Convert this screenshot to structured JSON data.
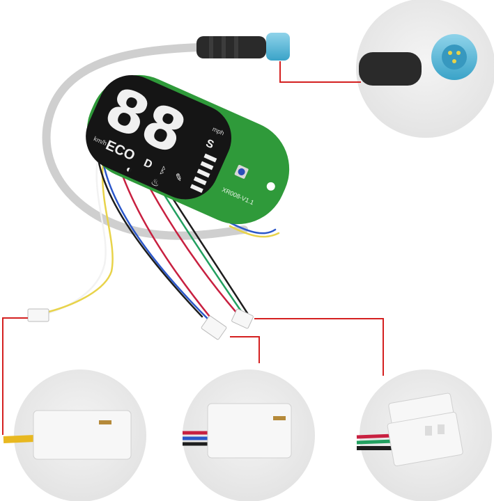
{
  "display": {
    "speed_digits": "88",
    "unit_mph": "mph",
    "unit_kmh": "km/h",
    "mode_eco": "ECO",
    "mode_d": "D",
    "mode_s": "S"
  },
  "board": {
    "label": "XR008-V1.1"
  },
  "colors": {
    "pcb_green": "#2f9a3a",
    "display_black": "#151515",
    "connector_blue": "#55b8d8",
    "cable_grey": "#cfcfcf",
    "callout_red": "#d42020"
  }
}
